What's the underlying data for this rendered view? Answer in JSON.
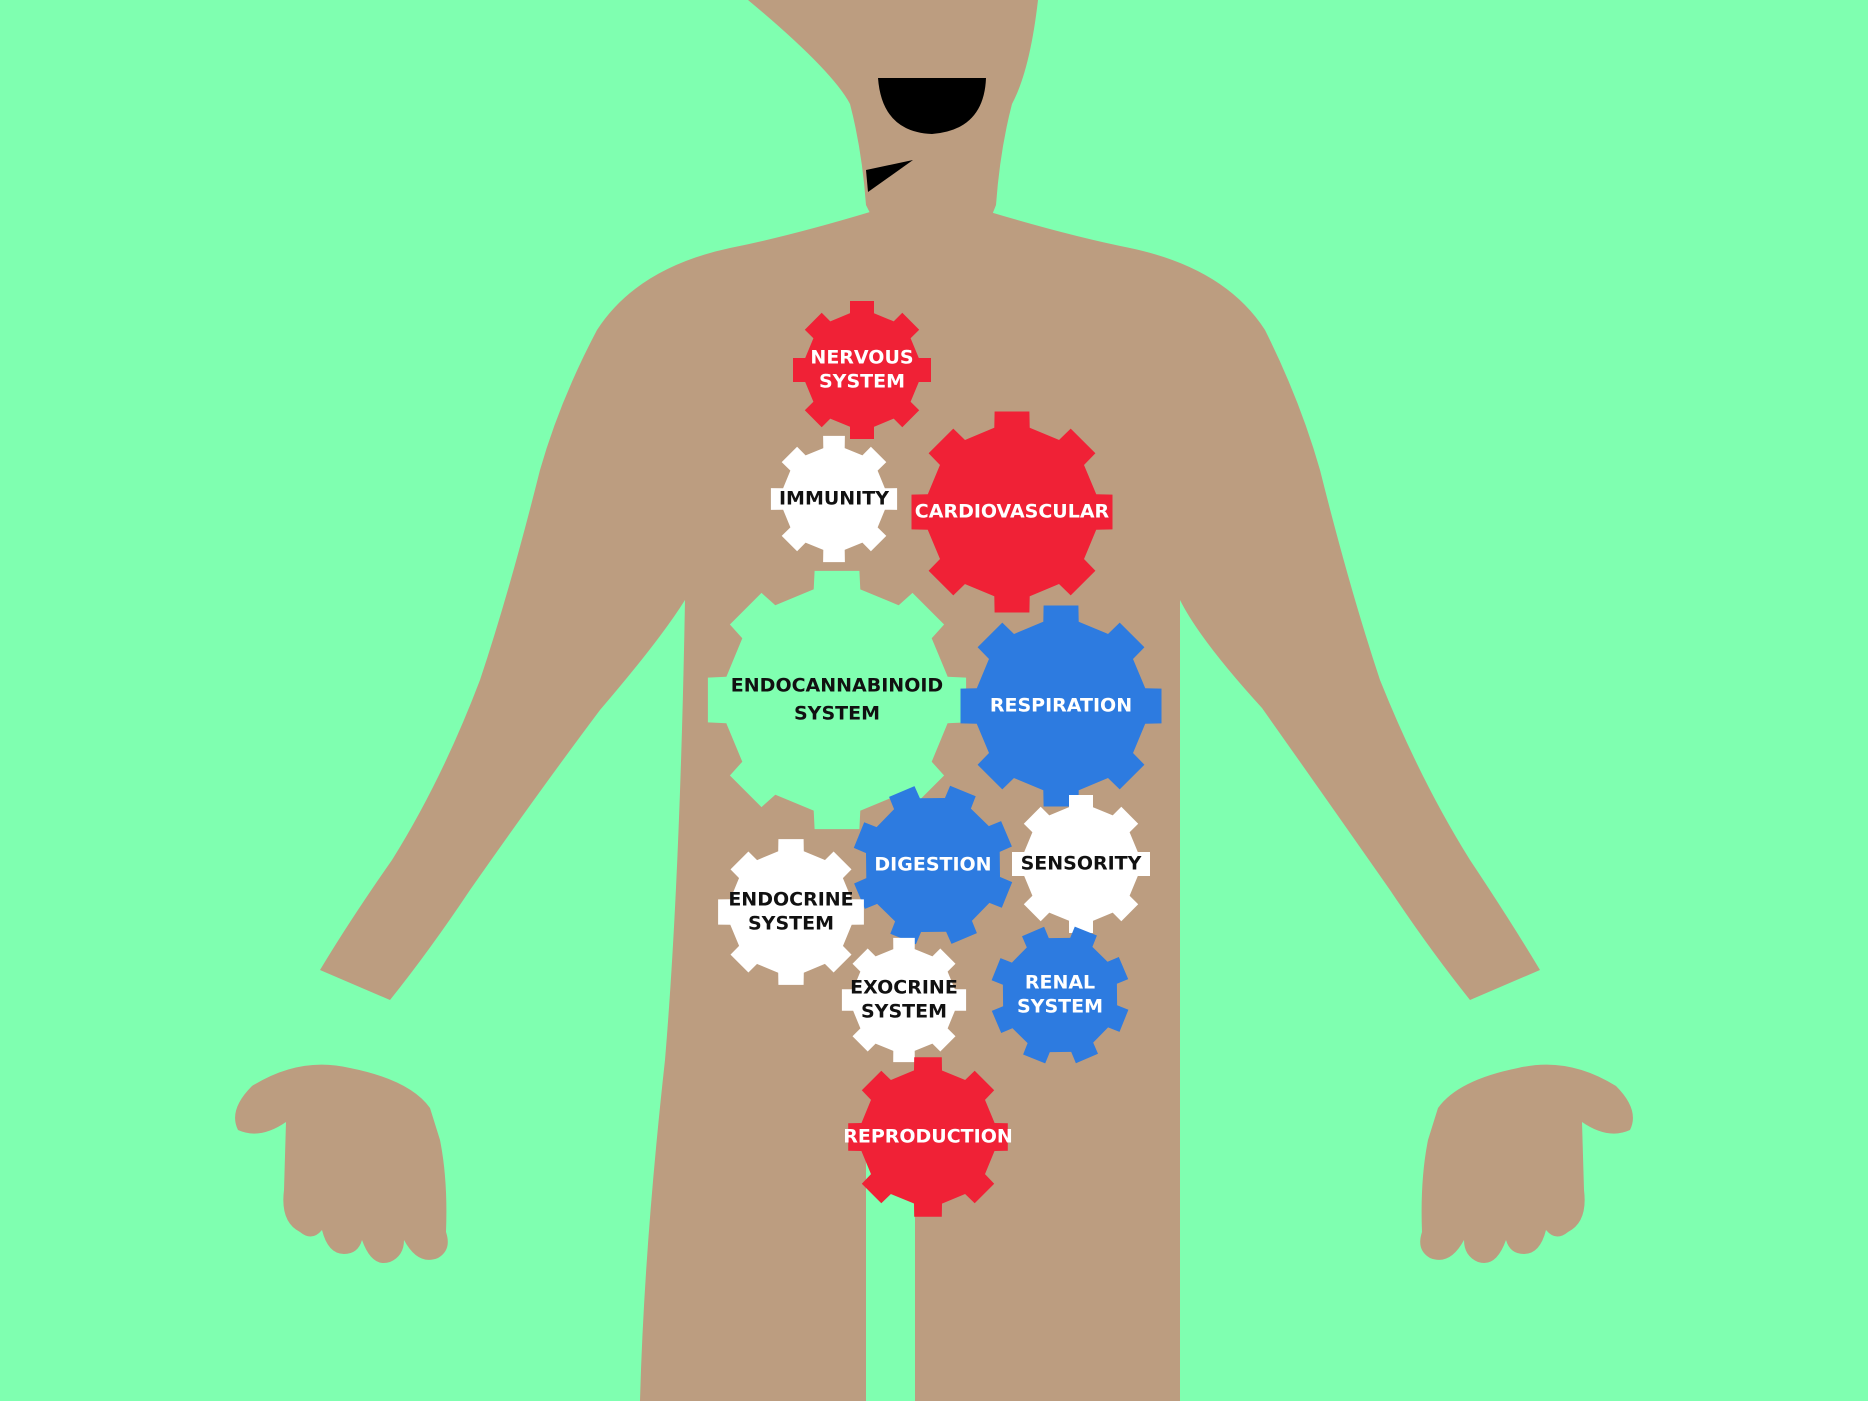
{
  "colors": {
    "background": "#7fffb0",
    "skin": "#bc9d80",
    "mouth": "#000000",
    "red": "#f02136",
    "blue": "#2d7be0",
    "white": "#ffffff",
    "green": "#80ffb0",
    "dark_text": "#111111",
    "light_text": "#ffffff"
  },
  "gears": [
    {
      "id": "nervous-system",
      "lines": [
        "NERVOUS",
        "SYSTEM"
      ],
      "fill": "red",
      "text": "light_text"
    },
    {
      "id": "immunity",
      "lines": [
        "IMMUNITY"
      ],
      "fill": "white",
      "text": "dark_text"
    },
    {
      "id": "cardiovascular",
      "lines": [
        "CARDIOVASCULAR"
      ],
      "fill": "red",
      "text": "light_text"
    },
    {
      "id": "endocannabinoid-system",
      "lines": [
        "ENDOCANNABINOID",
        "SYSTEM"
      ],
      "fill": "green",
      "text": "dark_text"
    },
    {
      "id": "respiration",
      "lines": [
        "RESPIRATION"
      ],
      "fill": "blue",
      "text": "light_text"
    },
    {
      "id": "digestion",
      "lines": [
        "DIGESTION"
      ],
      "fill": "blue",
      "text": "light_text"
    },
    {
      "id": "sensority",
      "lines": [
        "SENSORITY"
      ],
      "fill": "white",
      "text": "dark_text"
    },
    {
      "id": "endocrine-system",
      "lines": [
        "ENDOCRINE",
        "SYSTEM"
      ],
      "fill": "white",
      "text": "dark_text"
    },
    {
      "id": "exocrine-system",
      "lines": [
        "EXOCRINE",
        "SYSTEM"
      ],
      "fill": "white",
      "text": "dark_text"
    },
    {
      "id": "renal-system",
      "lines": [
        "RENAL",
        "SYSTEM"
      ],
      "fill": "blue",
      "text": "light_text"
    },
    {
      "id": "reproduction",
      "lines": [
        "REPRODUCTION"
      ],
      "fill": "red",
      "text": "light_text"
    }
  ]
}
